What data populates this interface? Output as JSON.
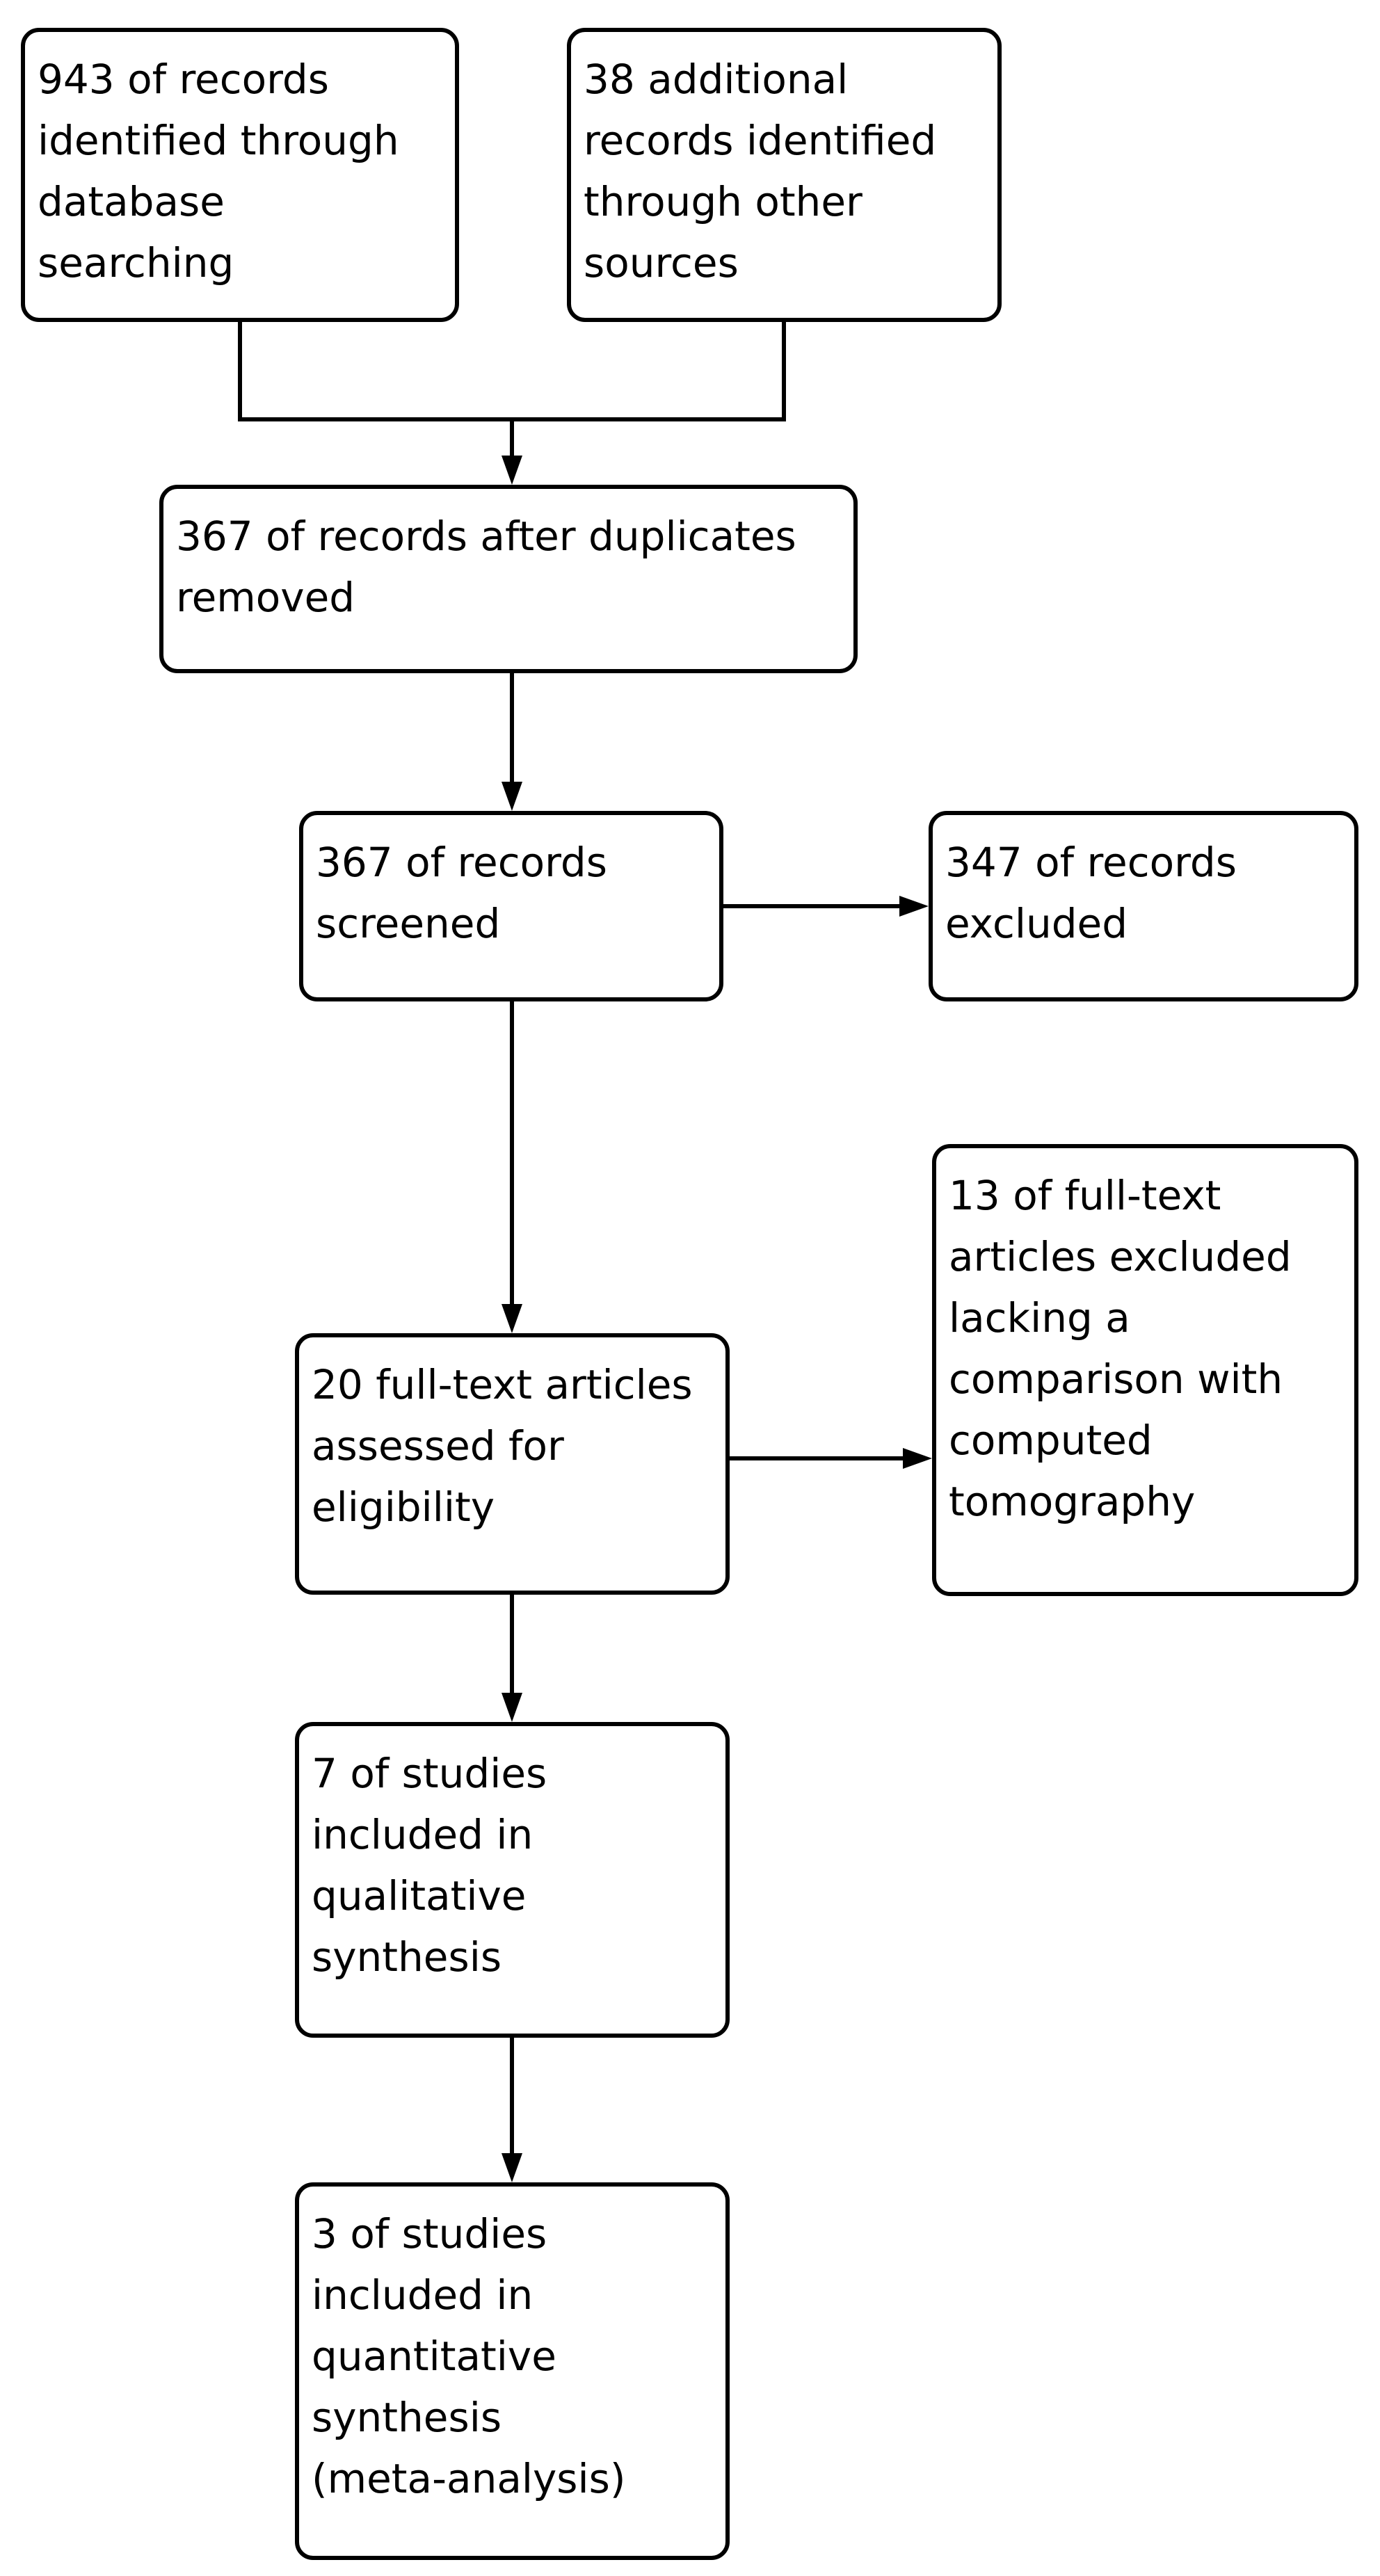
{
  "diagram": {
    "type": "flowchart",
    "subject": "study-selection-flow",
    "colors": {
      "background": "#ffffff",
      "line": "#000000",
      "text": "#000000",
      "box_fill": "#ffffff"
    },
    "boxes": [
      {
        "id": "records-identified",
        "text": "943 of records\nidentified through\ndatabase\nsearching"
      },
      {
        "id": "additional-records",
        "text": "38 additional\nrecords identified\nthrough other\nsources"
      },
      {
        "id": "duplicates-removed",
        "text": "367 of records after duplicates\nremoved"
      },
      {
        "id": "records-screened",
        "text": "367 of records\nscreened"
      },
      {
        "id": "records-excluded",
        "text": "347 of records\nexcluded"
      },
      {
        "id": "fulltext-excluded",
        "text": "13 of full-text\narticles excluded\nlacking a\ncomparison with\ncomputed\ntomography"
      },
      {
        "id": "fulltext-assessed",
        "text": "20 full-text articles\nassessed for\neligibility"
      },
      {
        "id": "qualitative-synthesis",
        "text": "7 of studies\nincluded in\nqualitative\nsynthesis"
      },
      {
        "id": "quantitative-synthesis",
        "text": "3 of studies\nincluded in\nquantitative\nsynthesis\n(meta-analysis)"
      }
    ]
  }
}
